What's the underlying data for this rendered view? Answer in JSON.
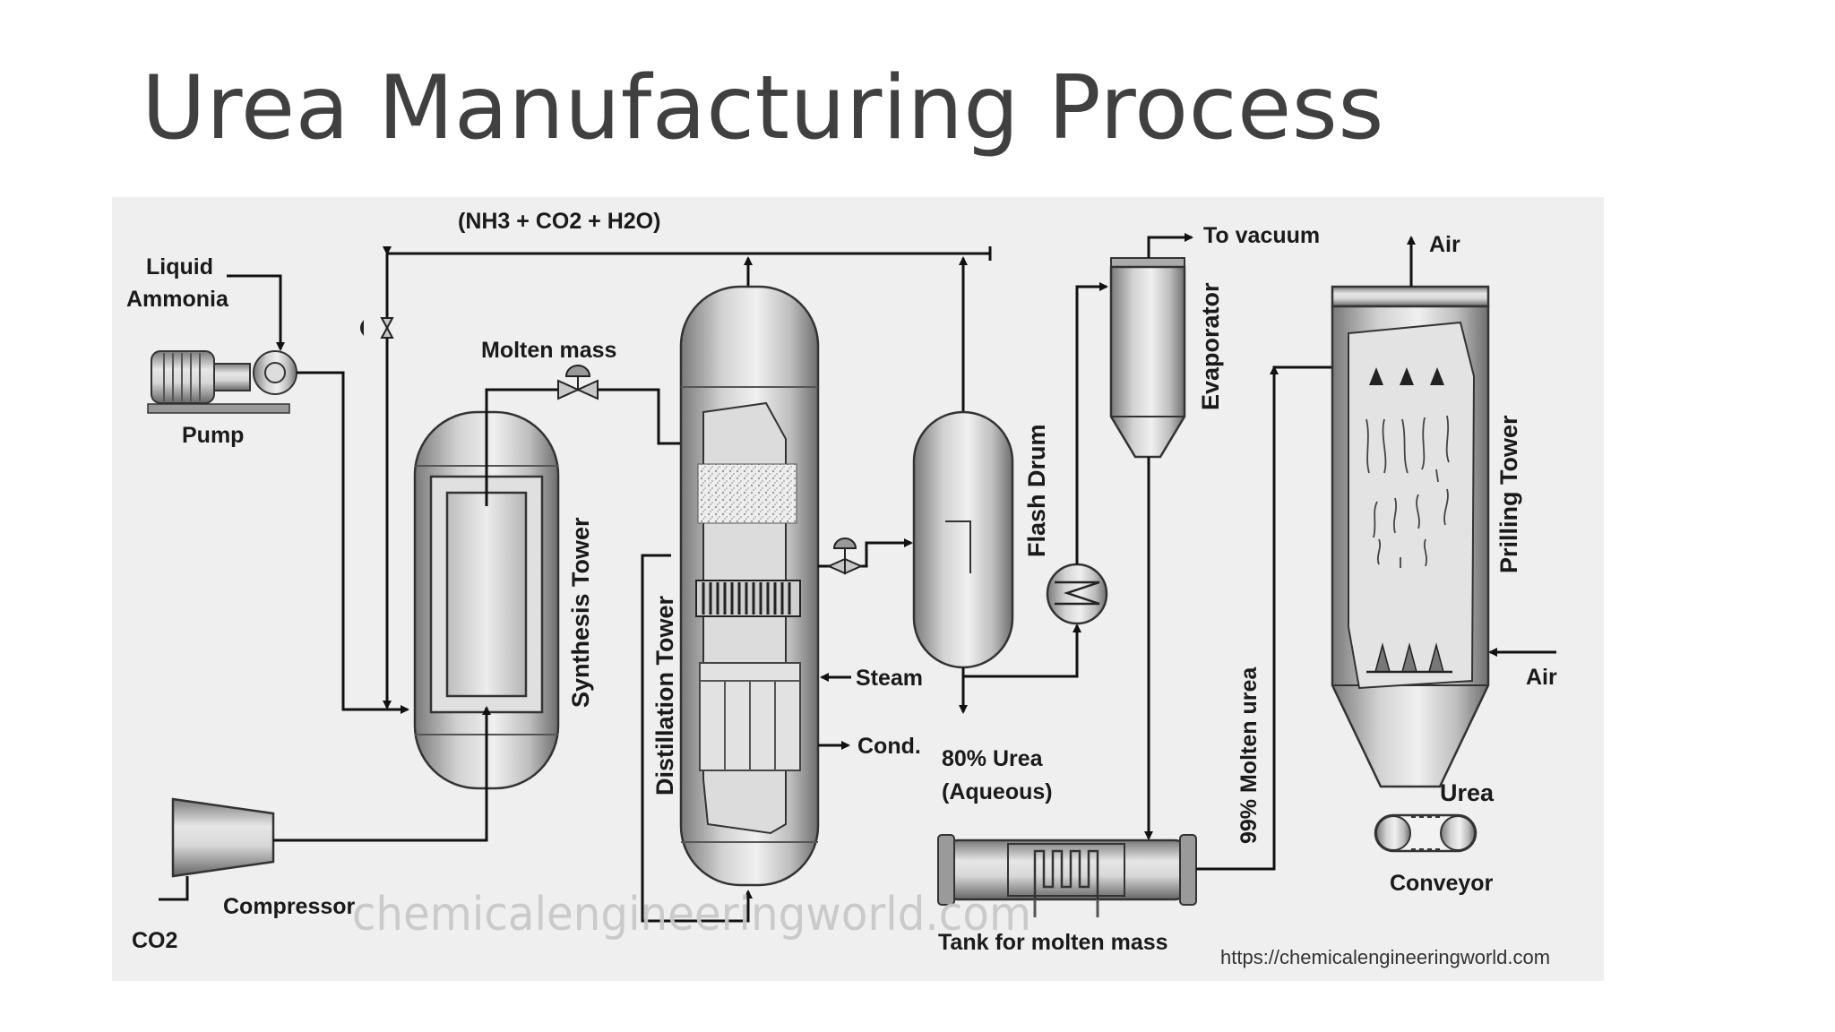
{
  "slide": {
    "title": "Urea Manufacturing Process"
  },
  "diagram": {
    "labels": {
      "top_stream": "(NH3 + CO2 + H2O)",
      "liquid": "Liquid",
      "ammonia": "Ammonia",
      "pump": "Pump",
      "molten_mass": "Molten mass",
      "synthesis_tower": "Synthesis Tower",
      "distillation_tower": "Distillation Tower",
      "steam": "Steam",
      "cond": "Cond.",
      "flash_drum": "Flash Drum",
      "urea_80": "80% Urea",
      "aqueous": "(Aqueous)",
      "to_vacuum": "To vacuum",
      "evaporator": "Evaporator",
      "molten_urea_99": "99% Molten urea",
      "tank_molten_mass": "Tank for molten mass",
      "air_top": "Air",
      "air_side": "Air",
      "prilling_tower": "Prilling Tower",
      "urea": "Urea",
      "conveyor": "Conveyor",
      "compressor": "Compressor",
      "co2": "CO2"
    },
    "watermark": "chemicalengineeringworld.com",
    "source_url": "https://chemicalengineeringworld.com"
  }
}
